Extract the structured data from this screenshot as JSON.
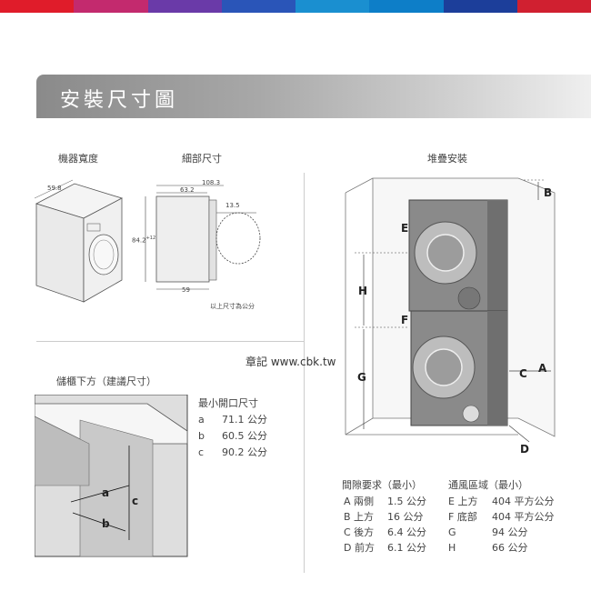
{
  "colors": {
    "stripe": [
      "#e01c2a",
      "#c32a6e",
      "#6a3aa8",
      "#2a55b8",
      "#1a8fd0",
      "#0d7ec8",
      "#1c3e9a",
      "#d02030"
    ]
  },
  "title": "安裝尺寸圖",
  "sections": {
    "width": "機器寬度",
    "detail": "細部尺寸",
    "stack": "堆疊安裝",
    "cabinet": "儲櫃下方（建議尺寸）"
  },
  "dims": {
    "width": "59.8",
    "depth_total": "108.3",
    "depth_body": "63.2",
    "door": "13.5",
    "height": "84.2",
    "height_sup": "+12",
    "foot": "59",
    "unit_note": "以上尺寸為公分"
  },
  "watermark": "章記 www.cbk.tw",
  "opening": {
    "title": "最小開口尺寸",
    "rows": [
      {
        "key": "a",
        "value": "71.1 公分"
      },
      {
        "key": "b",
        "value": "60.5 公分"
      },
      {
        "key": "c",
        "value": "90.2 公分"
      }
    ]
  },
  "clearance": {
    "title": "間隙要求（最小）",
    "rows": [
      {
        "key": "A 兩側",
        "value": "1.5 公分"
      },
      {
        "key": "B 上方",
        "value": "16 公分"
      },
      {
        "key": "C 後方",
        "value": "6.4 公分"
      },
      {
        "key": "D 前方",
        "value": "6.1 公分"
      }
    ]
  },
  "ventilation": {
    "title": "通風區域（最小）",
    "rows": [
      {
        "key": "E 上方",
        "value": "404 平方公分"
      },
      {
        "key": "F 底部",
        "value": "404 平方公分"
      },
      {
        "key": "G",
        "value": "94 公分"
      },
      {
        "key": "H",
        "value": "66 公分"
      }
    ]
  },
  "letters": {
    "a": "a",
    "b": "b",
    "c": "c",
    "A": "A",
    "B": "B",
    "C": "C",
    "D": "D",
    "E": "E",
    "F": "F",
    "G": "G",
    "H": "H"
  }
}
